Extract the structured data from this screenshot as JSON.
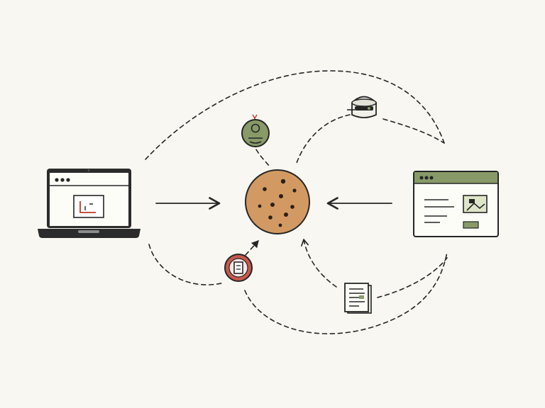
{
  "diagram": {
    "nodes": [
      {
        "id": "laptop",
        "icon": "laptop-icon"
      },
      {
        "id": "cookie",
        "icon": "cookie-icon"
      },
      {
        "id": "website",
        "icon": "browser-window-icon"
      },
      {
        "id": "user-profile",
        "icon": "user-profile-icon"
      },
      {
        "id": "server",
        "icon": "server-icon"
      },
      {
        "id": "tracker",
        "icon": "red-badge-icon"
      },
      {
        "id": "document",
        "icon": "document-icon"
      }
    ],
    "edges": [
      {
        "from": "laptop",
        "to": "cookie",
        "style": "solid-arrow"
      },
      {
        "from": "website",
        "to": "cookie",
        "style": "solid-arrow"
      },
      {
        "from": "laptop",
        "to": "website",
        "style": "dashed-curve"
      },
      {
        "from": "laptop",
        "to": "tracker",
        "style": "dashed-curve"
      },
      {
        "from": "tracker",
        "to": "cookie",
        "style": "dashed-arrow"
      },
      {
        "from": "user-profile",
        "to": "cookie",
        "style": "dashed-curve"
      },
      {
        "from": "server",
        "to": "cookie",
        "style": "dashed-curve"
      },
      {
        "from": "server",
        "to": "website",
        "style": "dashed-curve"
      },
      {
        "from": "website",
        "to": "document",
        "style": "dashed-curve"
      },
      {
        "from": "document",
        "to": "cookie",
        "style": "dashed-arrow"
      },
      {
        "from": "tracker",
        "to": "website",
        "style": "dashed-curve"
      }
    ],
    "colors": {
      "background": "#f8f7f1",
      "ink": "#262626",
      "cookie": "#d29a62",
      "olive": "#879a68",
      "olive_dark": "#5f6f45",
      "badge_red": "#c9584d",
      "paper": "#fdfdf8"
    }
  }
}
